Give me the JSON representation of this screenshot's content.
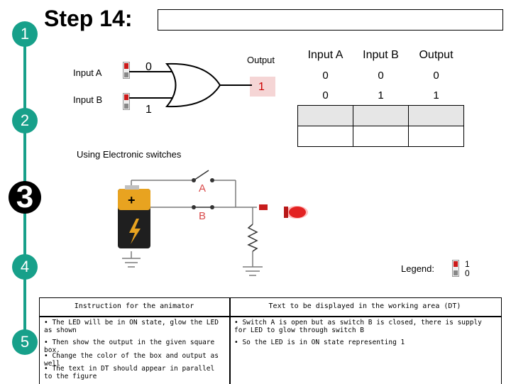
{
  "steps": [
    "1",
    "2",
    "3",
    "4",
    "5"
  ],
  "title": "Step 14:",
  "gate": {
    "input_a_label": "Input A",
    "input_b_label": "Input B",
    "input_a_value": "0",
    "input_b_value": "1",
    "output_label": "Output",
    "output_value": "1"
  },
  "truth_table": {
    "headers": [
      "Input A",
      "Input B",
      "Output"
    ],
    "rows": [
      [
        "0",
        "0",
        "0"
      ],
      [
        "0",
        "1",
        "1"
      ]
    ],
    "empty_rows": 2
  },
  "circuit": {
    "caption": "Using Electronic switches",
    "switch_a": "A",
    "switch_b": "B"
  },
  "legend": {
    "label": "Legend:",
    "on_value": "1",
    "off_value": "0"
  },
  "instructions": {
    "animator_header": "Instruction for the animator",
    "dt_header": "Text to be displayed in the working area (DT)",
    "animator_items": [
      "The LED will be in ON state, glow the LED as shown",
      "Then show the output in the given square box.",
      "Change the color of the box and output as well",
      "The text in DT should appear  in parallel to the figure"
    ],
    "dt_items": [
      "Switch A is open but as switch B is closed, there is supply for LED to glow through switch B",
      "So the LED is in ON state representing 1"
    ]
  },
  "colors": {
    "step_accent": "#17a08a",
    "led": "#e32222",
    "output_highlight": "#cc0000"
  }
}
